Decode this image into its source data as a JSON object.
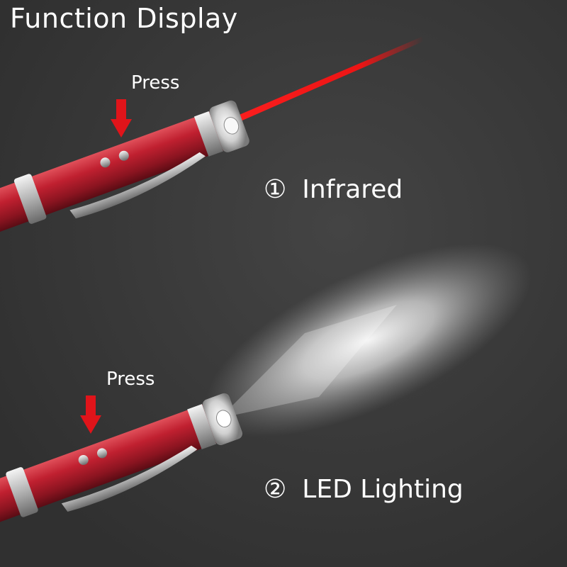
{
  "title": "Function Display",
  "press_label_top": "Press",
  "press_label_bottom": "Press",
  "features": [
    {
      "number": "①",
      "label": "Infrared"
    },
    {
      "number": "②",
      "label": "LED Lighting"
    }
  ],
  "colors": {
    "background": "#3a3a3a",
    "pen_body": "#b01e2a",
    "laser": "#ff1a1a",
    "arrow": "#e0141a",
    "text": "#ffffff"
  }
}
